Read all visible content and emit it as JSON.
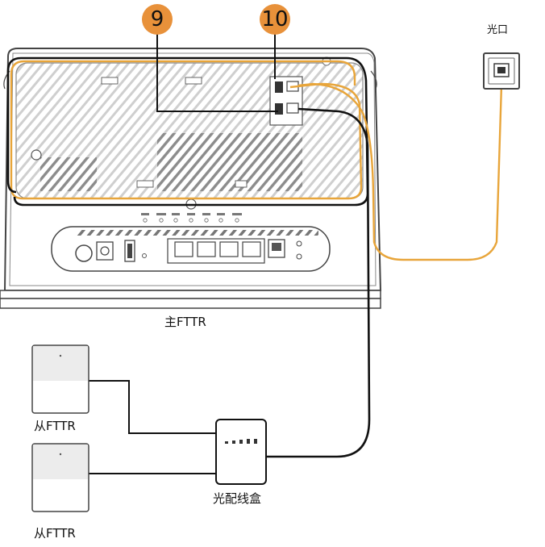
{
  "labels": {
    "optical_port": "光口",
    "main_fttr": "主FTTR",
    "sub_fttr_1": "从FTTR",
    "sub_fttr_2": "从FTTR",
    "fiber_box": "光配线盒"
  },
  "callouts": [
    "9",
    "10"
  ],
  "colors": {
    "badge": "#E8913A",
    "fiber_orange": "#E8A53A",
    "cable_black": "#111111",
    "device_outline": "#444444"
  },
  "icons": {
    "optical_port": "optical-port-socket-icon",
    "main_router": "fttr-main-router",
    "sub_router": "fttr-sub-router",
    "fiber_box": "fiber-distribution-box"
  }
}
